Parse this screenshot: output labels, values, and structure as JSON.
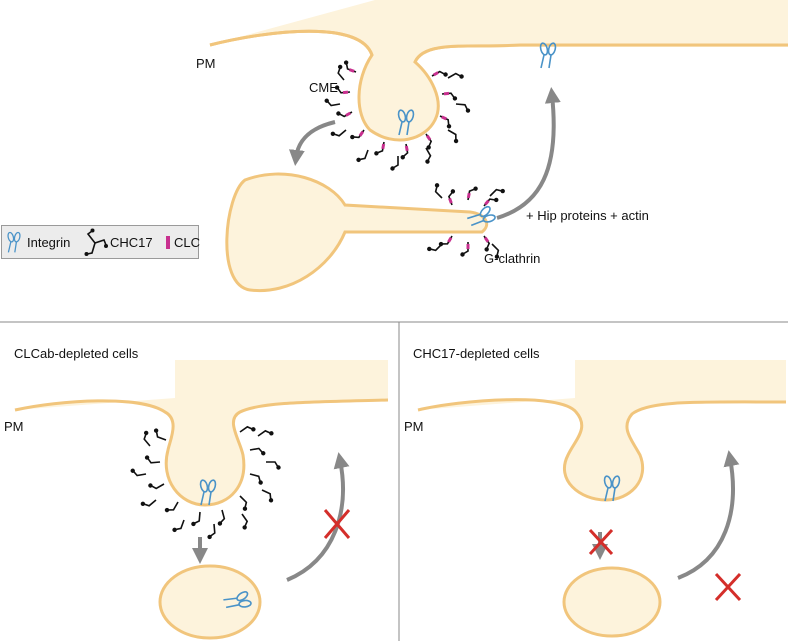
{
  "colors": {
    "membrane_fill": "#fdf3dc",
    "membrane_stroke": "#f1c57c",
    "clathrin": "#111111",
    "clc": "#c8308f",
    "integrin": "#4a93c8",
    "arrow": "#888888",
    "block_x": "#d42e2a",
    "divider": "#8a8a8a"
  },
  "top_panel": {
    "pm_label": "PM",
    "cme_label": "CME",
    "hip_label": "+ Hip proteins + actin",
    "gclathrin_label": "G-clathrin"
  },
  "legend": {
    "integrin_label": "Integrin",
    "chc17_label": "CHC17",
    "clc_label": "CLC",
    "icons": [
      "integrin-icon",
      "chc17-triskelion-icon",
      "clc-bar-icon"
    ]
  },
  "panel_left": {
    "title": "CLCab-depleted cells",
    "pm_label": "PM"
  },
  "panel_right": {
    "title": "CHC17-depleted cells",
    "pm_label": "PM"
  }
}
